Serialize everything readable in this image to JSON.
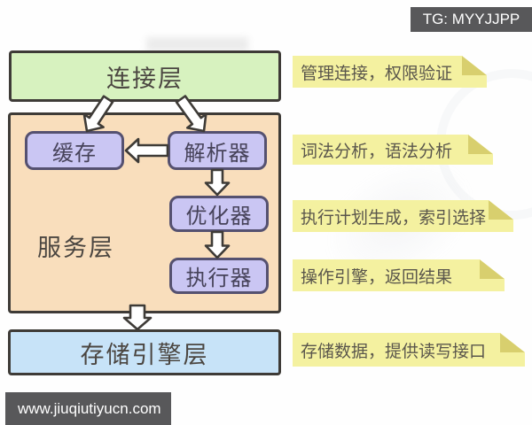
{
  "badges": {
    "telegram": "TG: MYYJJPP",
    "website": "www.jiuqiutiyucn.com"
  },
  "diagram": {
    "connection_layer": "连接层",
    "service_layer": "服务层",
    "cache": "缓存",
    "parser": "解析器",
    "optimizer": "优化器",
    "executor": "执行器",
    "storage_layer": "存储引擎层"
  },
  "notes": [
    {
      "text": "管理连接，权限验证"
    },
    {
      "text": "词法分析，语法分析"
    },
    {
      "text": "执行计划生成，索引选择"
    },
    {
      "text": "操作引擎，返回结果"
    },
    {
      "text": "存储数据，提供读写接口"
    }
  ],
  "colors": {
    "green": "#d7f2bf",
    "orange": "#f9debc",
    "purple": "#cac6f3",
    "blue": "#c7e3f8",
    "yellow": "#f4f1a0",
    "yellow-dark": "#d8cf6e",
    "ink": "#3e3b37",
    "purple-ink": "#555170",
    "text": "#4b4641",
    "badge-bg": "#58585a"
  }
}
